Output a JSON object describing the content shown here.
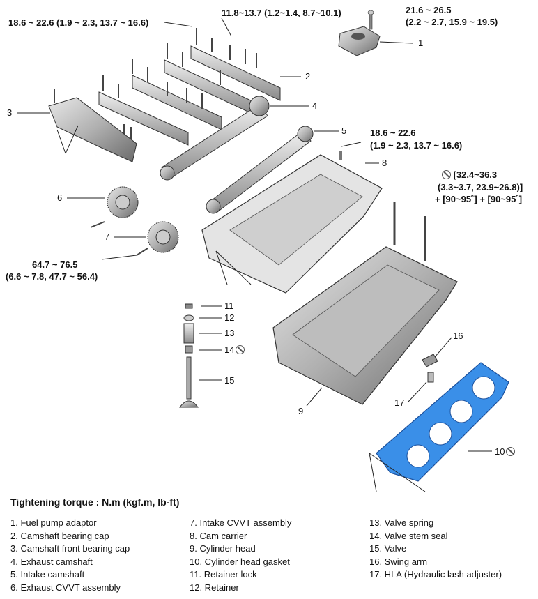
{
  "torque_labels": {
    "bearing_cap_front": "18.6 ~ 22.6 (1.9 ~ 2.3, 13.7 ~ 16.6)",
    "bearing_cap": "11.8~13.7 (1.2~1.4, 8.7~10.1)",
    "fuel_pump_line1": "21.6 ~ 26.5",
    "fuel_pump_line2": "(2.2 ~ 2.7, 15.9 ~ 19.5)",
    "cam_carrier_line1": "18.6 ~ 22.6",
    "cam_carrier_line2": "(1.9 ~ 2.3, 13.7 ~ 16.6)",
    "head_bolt_line1": "[32.4~36.3",
    "head_bolt_line2": "(3.3~3.7, 23.9~26.8)]",
    "head_bolt_line3": "+ [90~95˚] + [90~95˚]",
    "cvvt_line1": "64.7 ~ 76.5",
    "cvvt_line2": "(6.6 ~ 7.8, 47.7 ~ 56.4)"
  },
  "callouts": [
    "1",
    "2",
    "3",
    "4",
    "5",
    "6",
    "7",
    "8",
    "9",
    "10",
    "11",
    "12",
    "13",
    "14",
    "15",
    "16",
    "17"
  ],
  "title": "Tightening torque : N.m (kgf.m, lb-ft)",
  "legend": {
    "col1": [
      "1. Fuel pump adaptor",
      "2. Camshaft bearing cap",
      "3. Camshaft front bearing cap",
      "4. Exhaust camshaft",
      "5. Intake camshaft",
      "6. Exhaust CVVT assembly"
    ],
    "col2": [
      "7. Intake CVVT assembly",
      "8. Cam carrier",
      "9. Cylinder head",
      "10. Cylinder head gasket",
      "11. Retainer lock",
      "12. Retainer"
    ],
    "col3": [
      "13. Valve spring",
      "14. Valve stem seal",
      "15. Valve",
      "16. Swing arm",
      "17. HLA (Hydraulic lash adjuster)"
    ]
  },
  "colors": {
    "gasket": "#3a8fe8",
    "line": "#222222",
    "part": "#9a9a9a"
  }
}
